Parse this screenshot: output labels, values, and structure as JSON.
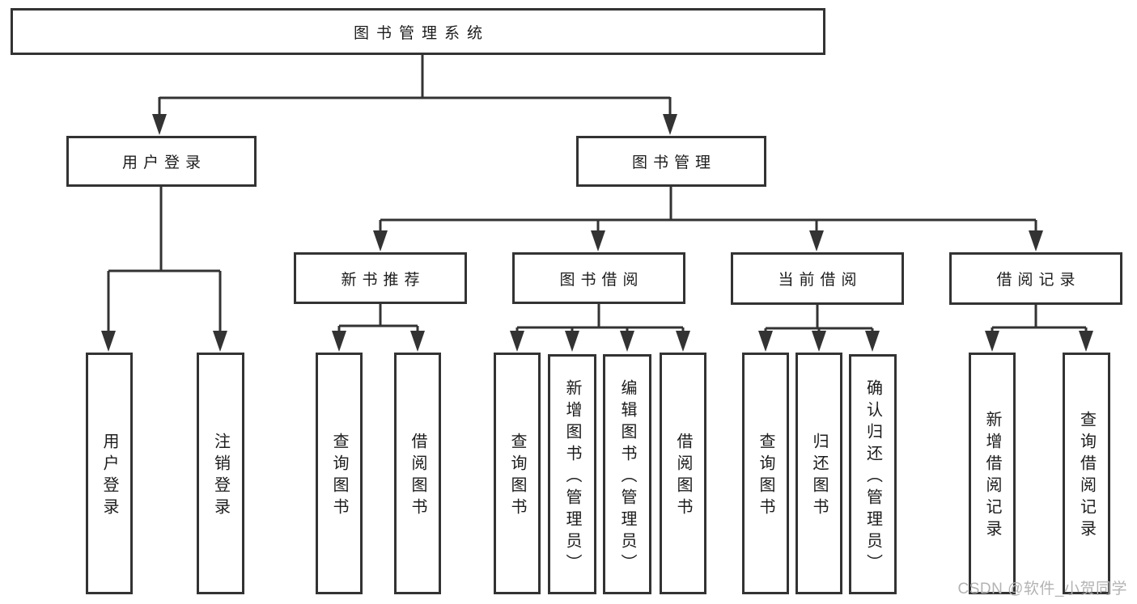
{
  "tree": {
    "root": "图书管理系统",
    "level2": [
      {
        "label": "用户登录"
      },
      {
        "label": "图书管理"
      }
    ],
    "level3": [
      {
        "label": "新书推荐",
        "parent": "图书管理"
      },
      {
        "label": "图书借阅",
        "parent": "图书管理"
      },
      {
        "label": "当前借阅",
        "parent": "图书管理"
      },
      {
        "label": "借阅记录",
        "parent": "图书管理"
      }
    ],
    "leaves": [
      {
        "label": "用户登录",
        "parent": "用户登录"
      },
      {
        "label": "注销登录",
        "parent": "用户登录"
      },
      {
        "label": "查询图书",
        "parent": "新书推荐"
      },
      {
        "label": "借阅图书",
        "parent": "新书推荐"
      },
      {
        "label": "查询图书",
        "parent": "图书借阅"
      },
      {
        "label": "新增图书（管理员）",
        "parent": "图书借阅"
      },
      {
        "label": "编辑图书（管理员）",
        "parent": "图书借阅"
      },
      {
        "label": "借阅图书",
        "parent": "图书借阅"
      },
      {
        "label": "查询图书",
        "parent": "当前借阅"
      },
      {
        "label": "归还图书",
        "parent": "当前借阅"
      },
      {
        "label": "确认归还（管理员）",
        "parent": "当前借阅"
      },
      {
        "label": "新增借阅记录",
        "parent": "借阅记录"
      },
      {
        "label": "查询借阅记录",
        "parent": "借阅记录"
      }
    ]
  },
  "watermark": "CSDN @软件_小贺同学",
  "colors": {
    "line": "#333333",
    "text": "#1c1c1c",
    "watermark": "#b3b3b3",
    "background": "#ffffff"
  }
}
